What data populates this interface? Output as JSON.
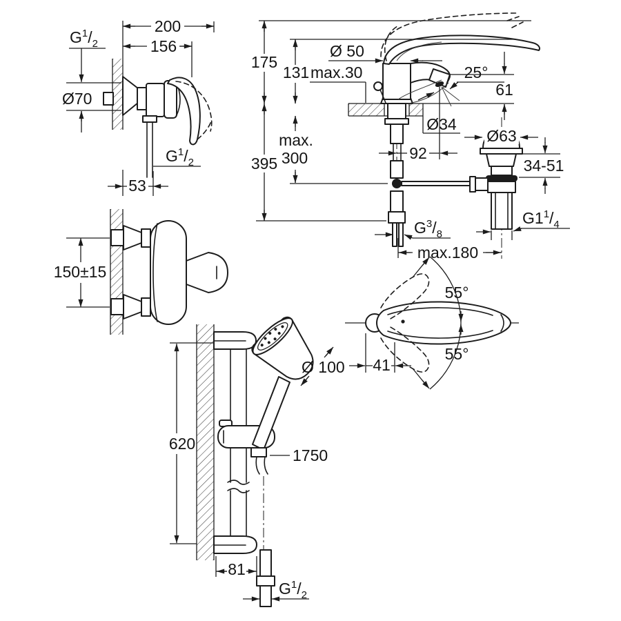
{
  "meta": {
    "drawing_type": "sanitary-fitting-dimension-drawing",
    "background": "#ffffff",
    "line_color": "#1c1c1c"
  },
  "labels": {
    "mixer_width": "200",
    "mixer_projection": "156",
    "mixer_escutcheon_dia": "Ø70",
    "mixer_outlet_offset": "53",
    "inlet_spacing": "150±15",
    "faucet_total_height": "175",
    "faucet_body_height": "131",
    "deck_thickness": "max.30",
    "body_dia": "Ø 50",
    "spout_angle": "25°",
    "spout_height": "61",
    "hole_dia": "Ø34",
    "waste_dia": "Ø63",
    "spout_reach": "92",
    "clamp_range": "34-51",
    "hose_max_a": "max.",
    "hose_max_b": "300",
    "below_deck_height": "395",
    "waste_distance": "max.180",
    "swivel_top": "55°",
    "swivel_bottom": "55°",
    "handle_offset": "41",
    "rail_length": "620",
    "head_dia": "Ø 100",
    "hose_length": "1750",
    "bracket_depth": "81"
  },
  "threads": {
    "inlet_wall": {
      "p": "G",
      "sup": "1",
      "sl": "/",
      "sub": "2"
    },
    "outlet_pipe": {
      "p": "G",
      "sup": "1",
      "sl": "/",
      "sub": "2"
    },
    "supply": {
      "p": "G",
      "sup": "3",
      "sl": "/",
      "sub": "8"
    },
    "waste": {
      "p": "G1",
      "sup": "1",
      "sl": "/",
      "sub": "4"
    },
    "hose": {
      "p": "G",
      "sup": "1",
      "sl": "/",
      "sub": "2"
    }
  }
}
